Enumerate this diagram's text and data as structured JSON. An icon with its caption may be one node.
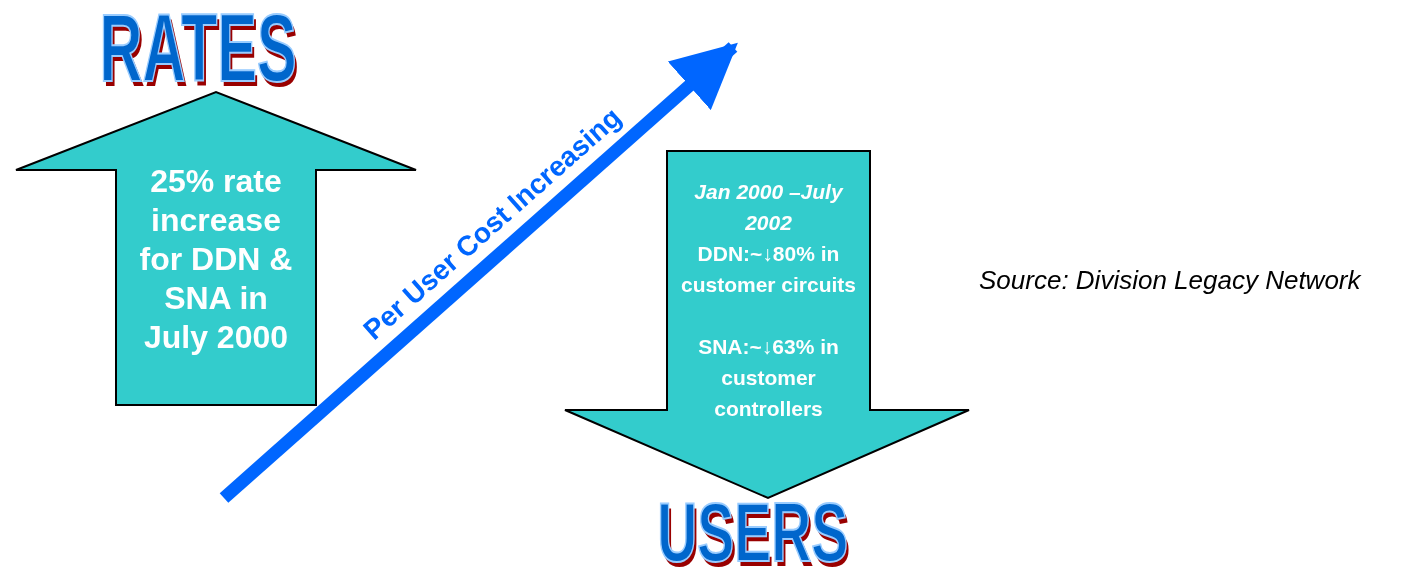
{
  "diagram": {
    "nodes": [
      {
        "text": [
          "25% rate increase for DDN & SNA in July 2000"
        ]
      },
      {
        "text": [
          "Jan 2000 –July 2002",
          "DDN:~↓80% in customer circuits",
          "SNA:~↓63% in customer controllers"
        ]
      }
    ],
    "edges": [],
    "labels": [
      "RATES",
      "Per User Cost Increasing",
      "USERS",
      "Source: Division Legacy Network"
    ]
  }
}
